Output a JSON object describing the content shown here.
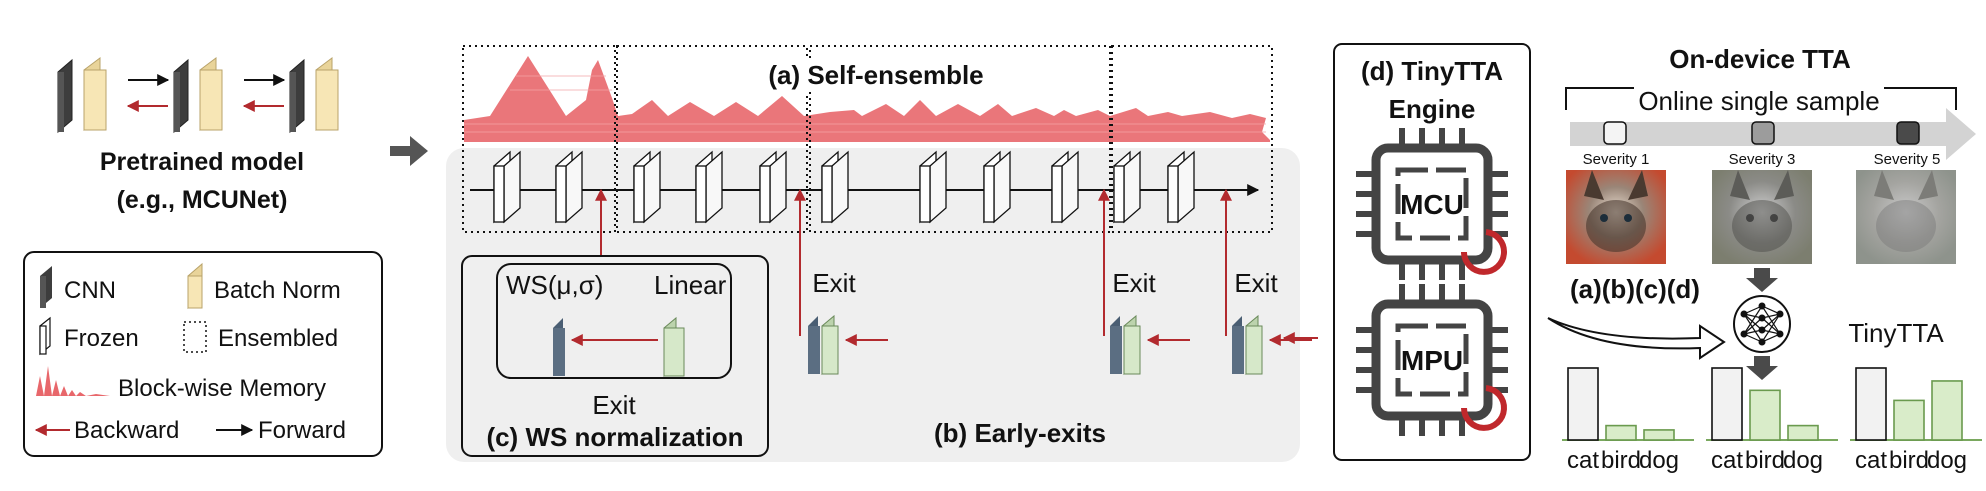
{
  "pretrained": {
    "title_line1": "Pretrained model",
    "title_line2": "(e.g., MCUNet)"
  },
  "legend": {
    "cnn": "CNN",
    "batch_norm": "Batch Norm",
    "frozen": "Frozen",
    "ensembled": "Ensembled",
    "memory": "Block-wise Memory",
    "backward": "Backward",
    "forward": "Forward"
  },
  "center": {
    "self_ensemble": "(a) Self-ensemble",
    "exit": "Exit",
    "early_exits": "(b) Early-exits",
    "ws_label": "WS(μ,σ)",
    "linear": "Linear",
    "ws_norm": "(c) WS normalization"
  },
  "engine": {
    "title_line1": "(d) TinyTTA",
    "title_line2": "Engine",
    "mcu": "MCU",
    "mpu": "MPU"
  },
  "ondevice": {
    "title": "On-device TTA",
    "online": "Online single sample",
    "severities": [
      "Severity 1",
      "Severity 3",
      "Severity 5"
    ],
    "abcd": "(a)(b)(c)(d)",
    "tinytta": "TinyTTA",
    "classes": [
      "cat",
      "bird",
      "dog"
    ]
  },
  "colors": {
    "cnn": "#4a4a4a",
    "batch_norm": "#f7e6b5",
    "memory": "#e8676b",
    "backward": "#b22a2e",
    "exit_dark": "#5b6e82",
    "exit_light": "#d6e8c9",
    "bar_green": "#d9ecc9",
    "panel_gray": "#efefef"
  },
  "bar_charts": [
    {
      "values": [
        1.0,
        0.2,
        0.14
      ]
    },
    {
      "values": [
        1.0,
        0.69,
        0.2
      ]
    },
    {
      "values": [
        1.0,
        0.55,
        0.82
      ]
    }
  ]
}
